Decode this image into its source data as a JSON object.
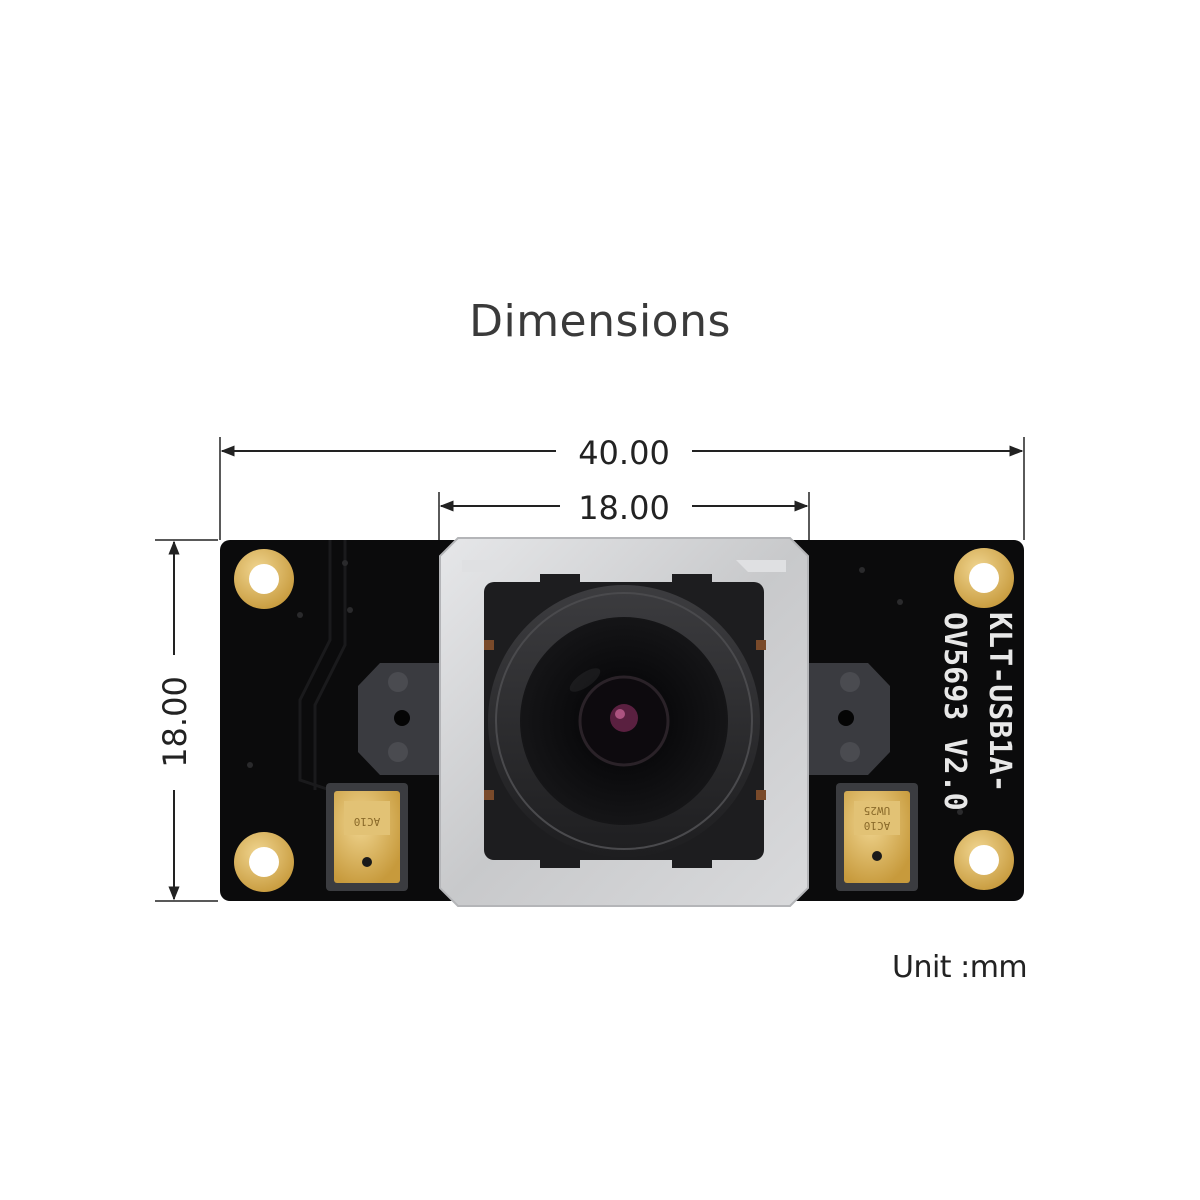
{
  "title": "Dimensions",
  "unit_label": "Unit :mm",
  "dimensions": {
    "board_width": "40.00",
    "lens_width": "18.00",
    "board_height": "18.00"
  },
  "board": {
    "silkscreen_line1": "KLT-USB1A-",
    "silkscreen_line2": "OV5693 V2.0",
    "mic_text_left": "AC10",
    "mic_text_right_top": "UW25",
    "mic_text_right_bottom": "AC10"
  },
  "colors": {
    "pcb": "#0b0b0c",
    "pad_gold": "#d8b55a",
    "metal_frame": "#cfd0d2",
    "lens_ring": "#2b2b2d",
    "dimension_line": "#222222"
  }
}
